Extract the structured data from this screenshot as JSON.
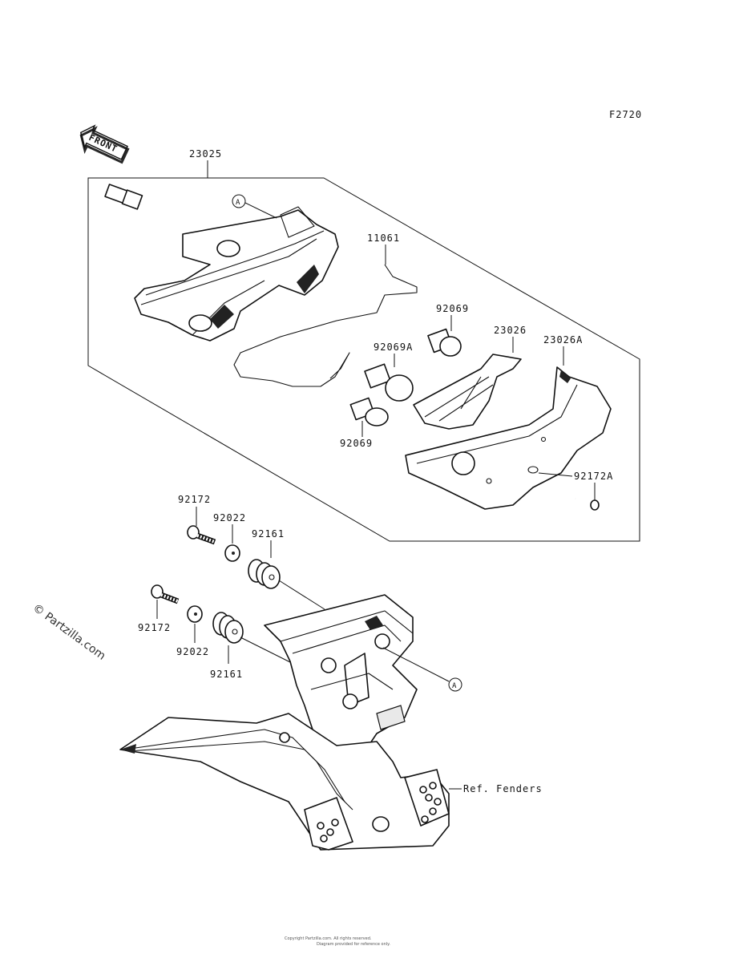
{
  "diagram_code": "F2720",
  "front_label": "FRONT",
  "callouts": {
    "tail_light_assy": "23025",
    "ref_a_top": "A",
    "ref_a_bottom": "A",
    "wire_harness": "11061",
    "bulb_upper": "92069",
    "bulb_middle": "92069A",
    "bulb_lower": "92069",
    "lens_cover": "23026",
    "housing": "23026A",
    "screw_right": "92172A",
    "bolt_upper": "92172",
    "washer_upper": "92022",
    "damper_upper": "92161",
    "bolt_lower": "92172",
    "washer_lower": "92022",
    "damper_lower": "92161",
    "ref_fenders": "Ref. Fenders"
  },
  "watermark": "© Partzilla.com",
  "footer_line1": "Copyright Partzilla.com. All rights reserved.",
  "footer_line2": "Diagram provided for reference only."
}
